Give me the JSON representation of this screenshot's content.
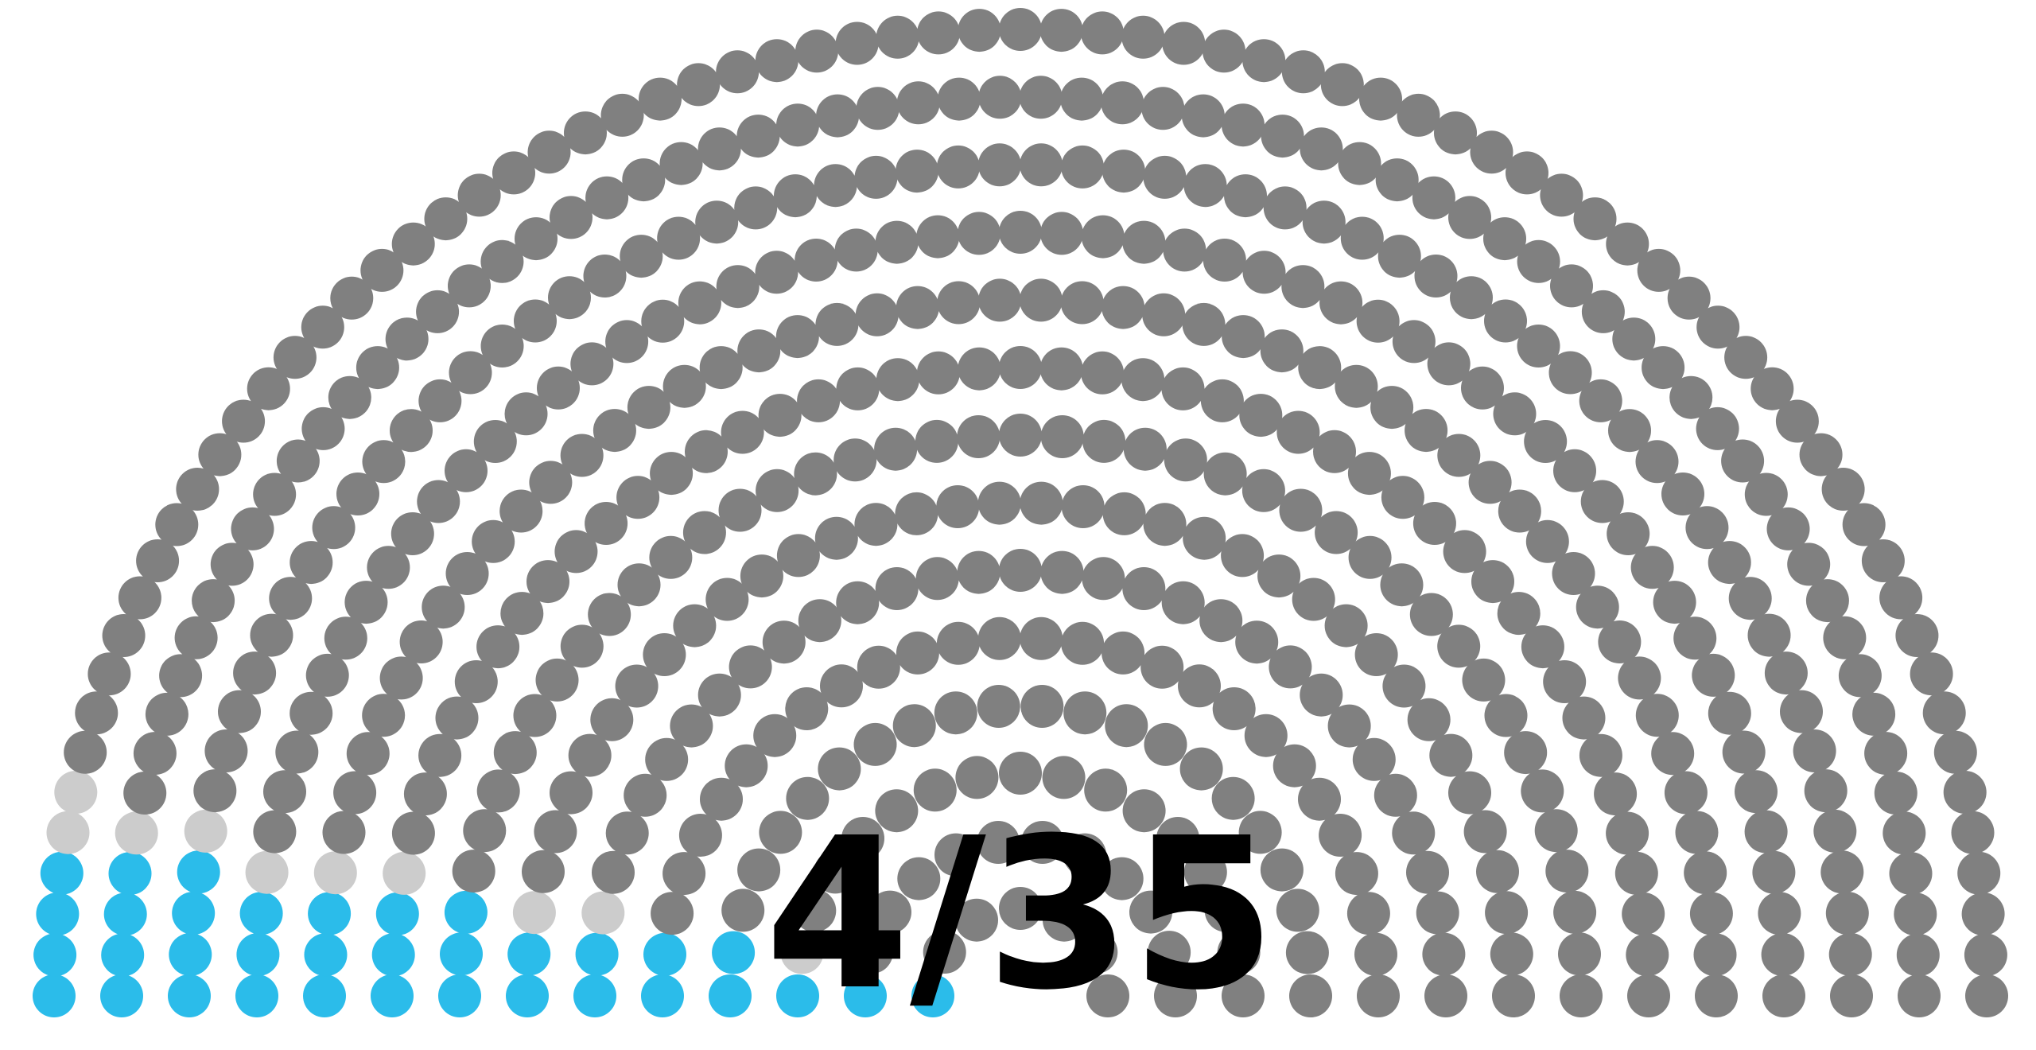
{
  "chart_data": {
    "type": "parliament",
    "label": "4/35",
    "total_seats": 571,
    "rows": 14,
    "parties": [
      {
        "color": "#2bbcea",
        "seats": 35
      },
      {
        "color": "#cccccc",
        "seats": 10
      },
      {
        "color": "#808080",
        "seats": 526
      }
    ]
  }
}
